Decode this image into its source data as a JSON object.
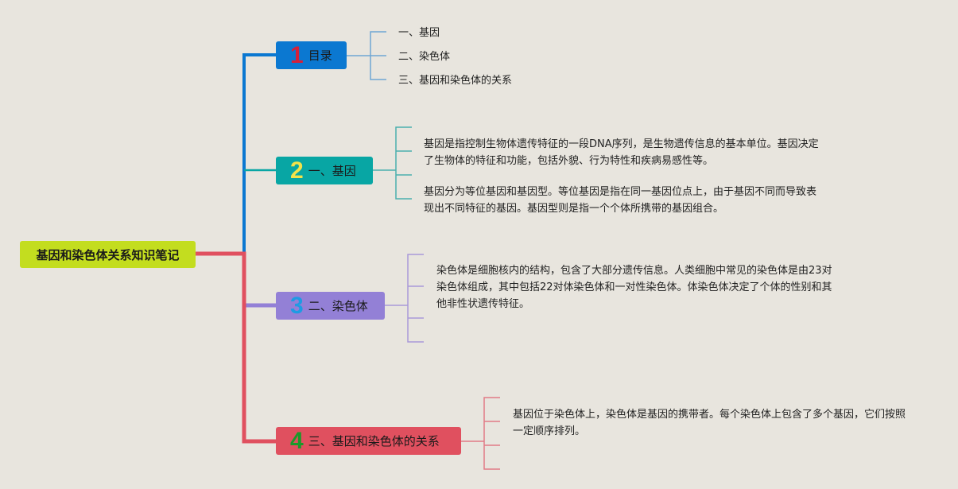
{
  "root": {
    "label": "基因和染色体关系知识笔记",
    "color": "#c3dd1f"
  },
  "branches": [
    {
      "num": "1",
      "label": "目录",
      "color": "#0b78d1",
      "num_color": "#d6203a",
      "children": [
        "一、基因",
        "二、染色体",
        "三、基因和染色体的关系"
      ]
    },
    {
      "num": "2",
      "label": "一、基因",
      "color": "#08a6a4",
      "num_color": "#f2e24a",
      "children": [
        "基因是指控制生物体遗传特征的一段DNA序列，是生物遗传信息的基本单位。基因决定了生物体的特征和功能，包括外貌、行为特性和疾病易感性等。",
        "基因分为等位基因和基因型。等位基因是指在同一基因位点上，由于基因不同而导致表现出不同特征的基因。基因型则是指一个个体所携带的基因组合。"
      ]
    },
    {
      "num": "3",
      "label": "二、染色体",
      "color": "#9380d6",
      "num_color": "#1e9be3",
      "children": [
        "染色体是细胞核内的结构，包含了大部分遗传信息。人类细胞中常见的染色体是由23对染色体组成，其中包括22对体染色体和一对性染色体。体染色体决定了个体的性别和其他非性状遗传特征。"
      ]
    },
    {
      "num": "4",
      "label": "三、基因和染色体的关系",
      "color": "#e0505f",
      "num_color": "#1a9a2a",
      "children": [
        "基因位于染色体上，染色体是基因的携带者。每个染色体上包含了多个基因，它们按照一定顺序排列。"
      ]
    }
  ]
}
